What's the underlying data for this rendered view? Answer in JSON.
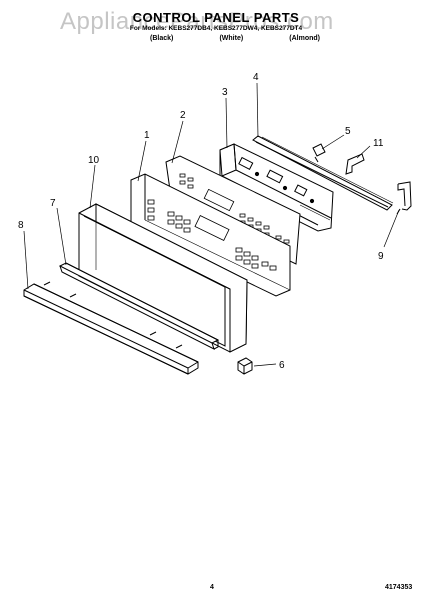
{
  "header": {
    "title": "CONTROL PANEL PARTS",
    "subtitle": "For Models: KEBS277DB4, KEBS277DW4, KEBS277DT4",
    "color_labels": [
      "(Black)",
      "(White)",
      "(Almond)"
    ]
  },
  "watermark": "AppliancePartsPros.com",
  "callouts": [
    "1",
    "2",
    "3",
    "4",
    "5",
    "6",
    "7",
    "8",
    "9",
    "10",
    "11"
  ],
  "footer": {
    "page_number": "4",
    "doc_code": "4174353"
  }
}
